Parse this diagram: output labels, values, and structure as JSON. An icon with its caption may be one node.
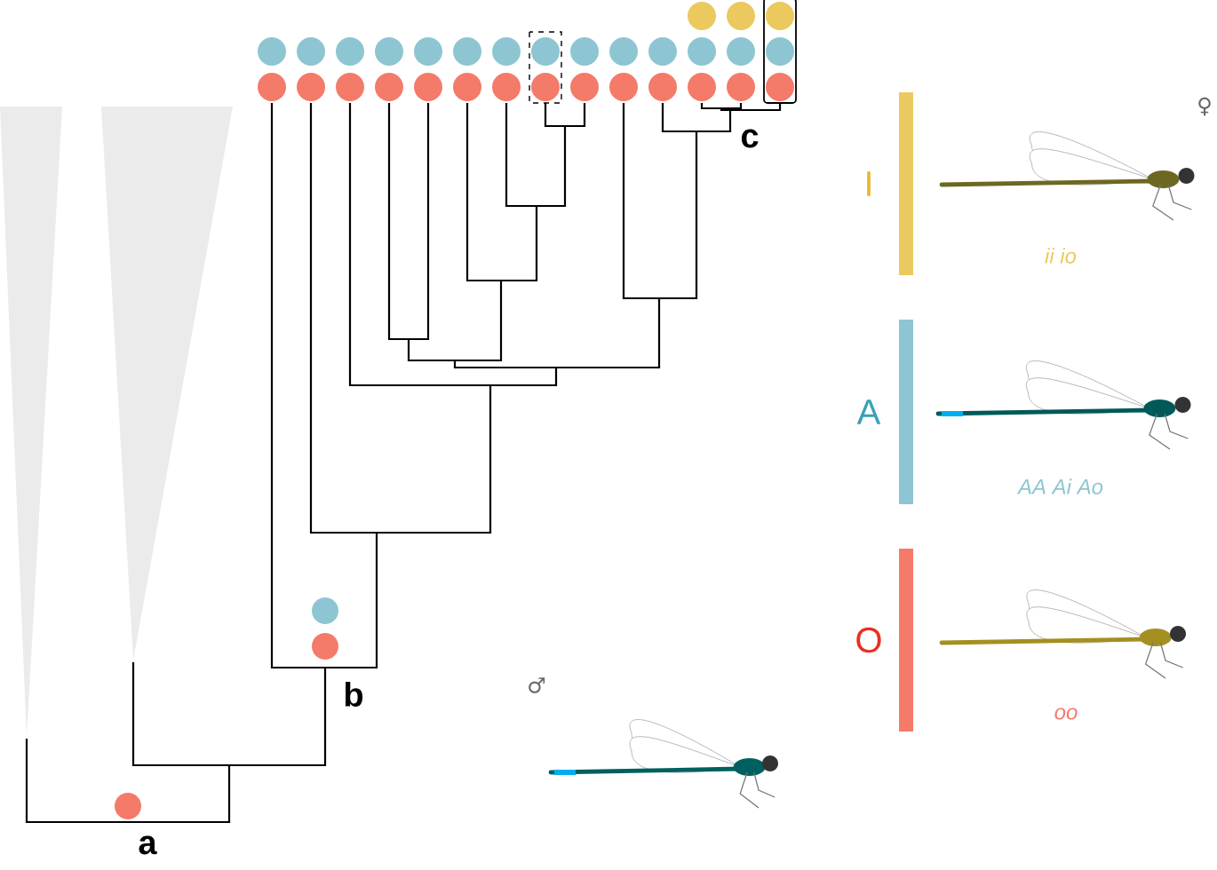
{
  "diagram": {
    "labels": [
      "c",
      "♀",
      "ii io",
      "AA Ai Ao",
      "b",
      "♂",
      "oo",
      "a"
    ],
    "legend": [
      {
        "text": "I",
        "color": "#ecc95e"
      },
      {
        "text": "A",
        "color": "#8ec5d2"
      },
      {
        "text": "O",
        "color": "#f47a6a"
      }
    ]
  }
}
